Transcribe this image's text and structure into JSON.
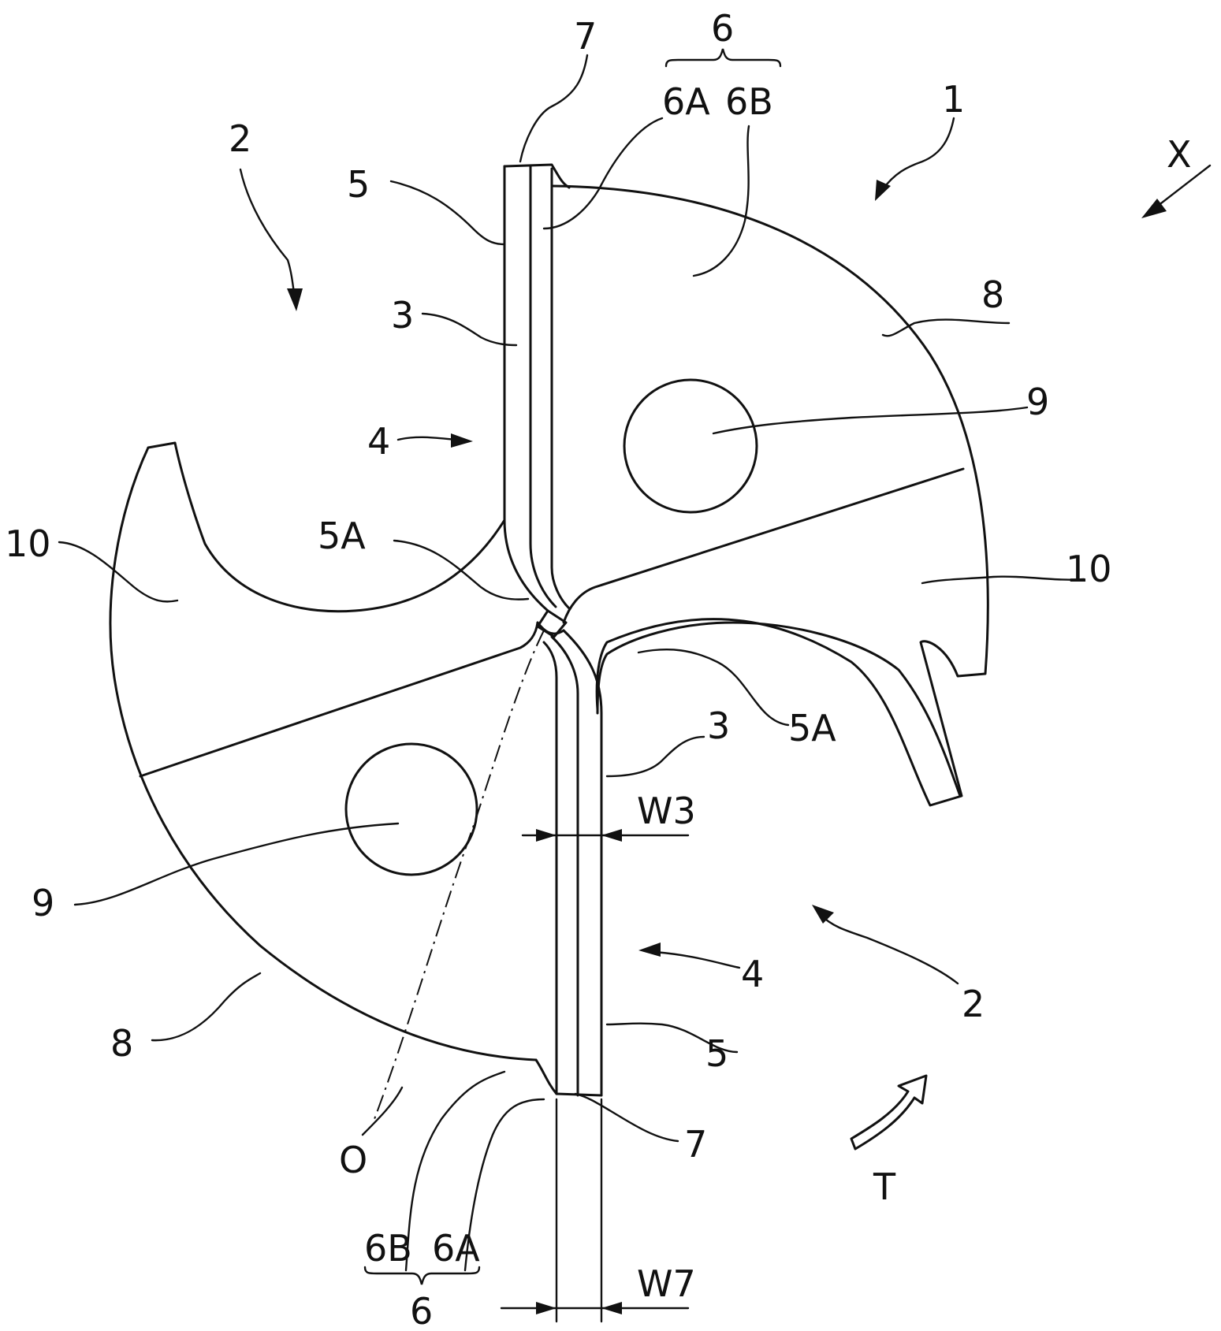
{
  "labels": {
    "drill": "1",
    "flute_top": "2",
    "flute_bottom": "2",
    "land_top": "3",
    "land_bottom": "3",
    "web_top": "4",
    "web_bottom": "4",
    "edge_top": "5",
    "edge_bottom": "5",
    "thin_left": "5A",
    "thin_right": "5A",
    "face_top": "6",
    "face_bottom": "6",
    "face_a_top": "6A",
    "face_b_top": "6B",
    "face_a_bottom": "6A",
    "face_b_bottom": "6B",
    "corner_top": "7",
    "corner_bottom": "7",
    "heel_right": "8",
    "heel_left": "8",
    "hole_right": "9",
    "hole_left": "9",
    "gash_left": "10",
    "gash_right": "10",
    "width_w3": "W3",
    "width_w7": "W7",
    "axis_o": "O",
    "direction_x": "X",
    "rotation_t": "T"
  },
  "colors": {
    "line": "#111111",
    "background": "#ffffff"
  }
}
